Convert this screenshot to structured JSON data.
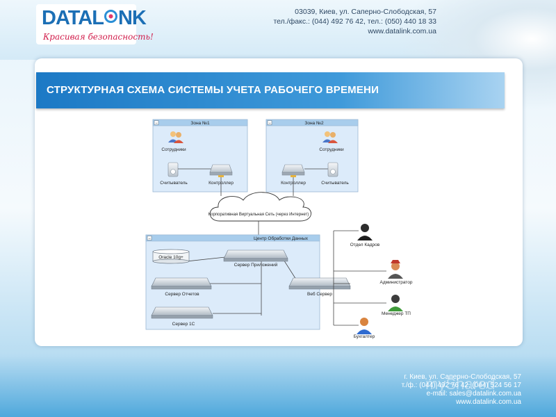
{
  "header": {
    "logo": "DATALINK",
    "tagline": "Красивая безопасность!",
    "contact_lines": [
      "03039, Киев, ул. Саперно-Слободская, 57",
      "тел./факс.: (044) 492 76 42, тел.: (050) 440 18 33",
      "www.datalink.com.ua"
    ]
  },
  "slide": {
    "title": "СТРУКТУРНАЯ СХЕМА СИСТЕМЫ УЧЕТА РАБОЧЕГО ВРЕМЕНИ"
  },
  "diagram": {
    "zone1": {
      "title": "Зона №1",
      "employees": "Сотрудники",
      "reader": "Считыватель",
      "controller": "Контроллер"
    },
    "zone2": {
      "title": "Зона №2",
      "employees": "Сотрудники",
      "reader": "Считыватель",
      "controller": "Контроллер"
    },
    "network": "Корпоративная Виртуальная Сеть (через Интернет)",
    "data_center": {
      "title": "Центр Обработки Данных",
      "database": "Oracle 10g+",
      "app_server": "Сервер Приложений",
      "reports_server": "Сервер Отчетов",
      "onec_server": "Сервер 1С",
      "web_server": "Веб Сервер"
    },
    "users": [
      "Отдел Кадров",
      "Администратор",
      "Менеджер ТП",
      "Бухгалтер"
    ],
    "collapse_symbol": "−"
  },
  "footer": {
    "contact_lines": [
      "г. Киев, ул. Саперно-Слободская, 57",
      "т./ф.: (044) 492 76 42, (044) 524 56 17",
      "e-mail: sales@datalink.com.ua",
      "www.datalink.com.ua"
    ],
    "watermark": "myShared"
  },
  "colors": {
    "title_bar": "#1c79c5",
    "zone_fill": "#dcebfa",
    "zone_header": "#a8cdec",
    "logo_blue": "#1c6fb5",
    "tagline_red": "#d11d4b"
  }
}
